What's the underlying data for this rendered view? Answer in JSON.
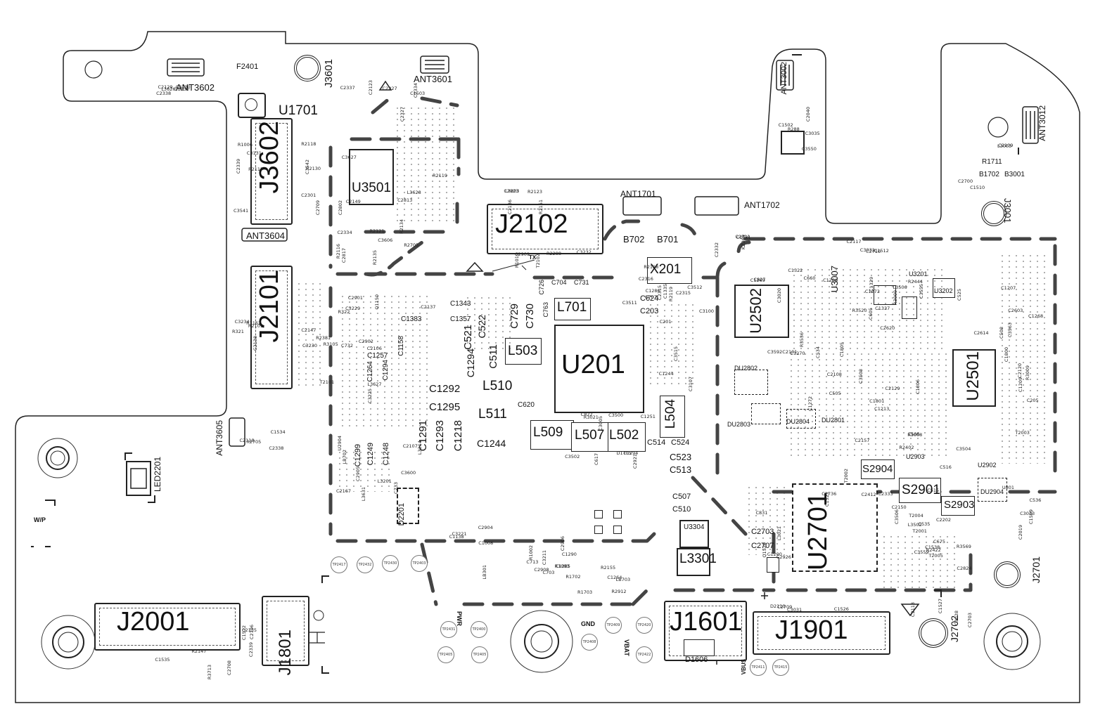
{
  "labels": {
    "main_ics": [
      {
        "key": "u201",
        "text": "U201"
      },
      {
        "key": "u2701",
        "text": "U2701"
      },
      {
        "key": "u2501",
        "text": "U2501"
      },
      {
        "key": "u2502",
        "text": "U2502"
      }
    ],
    "connectors": [
      {
        "key": "j2102",
        "text": "J2102"
      },
      {
        "key": "j2101",
        "text": "J2101"
      },
      {
        "key": "j3602",
        "text": "J3602"
      },
      {
        "key": "j2001",
        "text": "J2001"
      },
      {
        "key": "j1601",
        "text": "J1601"
      },
      {
        "key": "j1901",
        "text": "J1901"
      },
      {
        "key": "j1801",
        "text": "J1801"
      }
    ],
    "medium": [
      "U1701",
      "U3501",
      "X201",
      "L701",
      "L503",
      "L510",
      "L511",
      "L509",
      "L507",
      "L502",
      "L504",
      "L3301",
      "C729",
      "C730",
      "C511",
      "C521",
      "C522",
      "C1292",
      "C1295",
      "C1291",
      "C1293",
      "C1218",
      "C1244",
      "C1294",
      "S2901",
      "S2904",
      "S2903"
    ],
    "small": [
      "J3601",
      "ANT3602",
      "ANT3601",
      "F2401",
      "ANT3604",
      "ANT3605",
      "LED2201",
      "ANT1701",
      "ANT1702",
      "B702",
      "B701",
      "ANT3002",
      "ANT3012",
      "J3001",
      "B1702",
      "B3001",
      "R1711",
      "U3007",
      "U3202",
      "U3201",
      "DU2802",
      "DU2803",
      "DU2804",
      "DU2801",
      "U2903",
      "U2902",
      "DU2904",
      "J2701",
      "J2702",
      "D1606",
      "U3304",
      "D2201",
      "C1343",
      "C1357",
      "C1383",
      "C1257",
      "C1158",
      "C1264",
      "C704",
      "C731",
      "C726",
      "C763",
      "C624",
      "C203",
      "C620",
      "C514",
      "C524",
      "C523",
      "C513",
      "C507",
      "C510",
      "C2703",
      "C2707",
      "C1299",
      "C1249",
      "C1248",
      "C1294"
    ]
  },
  "silkscreen": {
    "wp": "W/P",
    "pwr": "PWR",
    "gnd": "GND",
    "vbat": "VBAT",
    "vbus": "VBUS",
    "tx": "TX"
  },
  "tiny_labels": [
    "C2227",
    "L3626",
    "C3541",
    "C3542",
    "C3627",
    "L3628",
    "C3606",
    "C2136",
    "R1019",
    "C2147",
    "R1162",
    "C2137",
    "C2106",
    "C2107",
    "C2167",
    "C1008",
    "R1002",
    "R1003",
    "R2155",
    "C3511",
    "C3512",
    "C3515",
    "C3500",
    "C3502",
    "Q1520",
    "R3536",
    "L3506",
    "R3520",
    "C3555",
    "C3563",
    "C3592",
    "C3508",
    "R3008",
    "R3009",
    "C3504",
    "C3506",
    "C3559",
    "R3569",
    "U801",
    "C3550",
    "C2109",
    "C2117",
    "C2113",
    "D2110",
    "R2147",
    "C2135",
    "C2118",
    "KZ368",
    "C2412",
    "C2123",
    "C2129",
    "R1006",
    "R2130",
    "C2149",
    "R2134",
    "R2135",
    "R2151",
    "T2102",
    "T2101",
    "C2138",
    "Q1150",
    "L3627",
    "C3600",
    "L3631",
    "C1138",
    "C1290",
    "C1285",
    "C1264",
    "C1286",
    "C1335",
    "C1244",
    "C1251",
    "C1294",
    "C1290",
    "C1269",
    "C1280",
    "C1273",
    "C1207",
    "C1268",
    "C1270",
    "C1272",
    "C1213",
    "C1209",
    "R2402",
    "C2202",
    "R2422",
    "C1538",
    "C1509",
    "C1502",
    "C1510",
    "C1512",
    "C1527",
    "C1526",
    "C1535",
    "C1522",
    "C1534",
    "C1531",
    "C1521",
    "C1503",
    "C1530",
    "R2117",
    "R2118",
    "R2116",
    "R2119",
    "R2121",
    "R2123",
    "R2288",
    "R2381",
    "R321",
    "R322",
    "C732",
    "C733",
    "LB702",
    "LB301",
    "C713",
    "C703",
    "LB703",
    "C707",
    "C2315",
    "C201",
    "C822",
    "C617",
    "C831",
    "C827",
    "C660",
    "C605",
    "C525",
    "C508",
    "C534",
    "C505",
    "C506",
    "C205",
    "C516",
    "C515",
    "C535",
    "C675",
    "C536",
    "R288",
    "C2700",
    "C2710",
    "C2703",
    "C2709",
    "C2708",
    "C2706",
    "R2705",
    "C2711",
    "C2736",
    "C2337",
    "C2338",
    "C2339",
    "C2301",
    "C2334",
    "C2327",
    "R2705",
    "L3203",
    "C3232",
    "C3230",
    "C3234",
    "C3229",
    "C3225",
    "L3214",
    "L3201",
    "C3221",
    "C3211",
    "R1702",
    "R1703",
    "C2316",
    "C2315",
    "C3100",
    "C3005",
    "D1705",
    "L3021",
    "C3020",
    "R3009",
    "C2620",
    "C2603",
    "C2614",
    "C2101",
    "C2108",
    "C2129",
    "C2120",
    "C2157",
    "C2150",
    "L3502",
    "C2824",
    "C3033",
    "C3035",
    "L3003",
    "C3032",
    "C3028",
    "C3031",
    "R3713",
    "C2339",
    "C2338",
    "C2332",
    "C2333",
    "C2334",
    "C3130",
    "C3131",
    "C2709",
    "C2802",
    "C2813",
    "C2817",
    "C2823",
    "C2909",
    "R3105",
    "R2101",
    "C2901",
    "C2902",
    "U2904",
    "C2905",
    "C2904",
    "C2906",
    "C2908",
    "R2912",
    "R2118",
    "R2119",
    "C3107",
    "R3021",
    "C2921",
    "C2926",
    "C1322",
    "C1329",
    "C1337",
    "R2444",
    "C1800",
    "C1805",
    "C1801",
    "C1806",
    "T2003",
    "T2002",
    "T2004",
    "T2001",
    "T2005",
    "C2019",
    "C2040"
  ],
  "test_points": [
    "TP2417",
    "TP2432",
    "TP2430",
    "TP2403",
    "TP2431",
    "TP2400",
    "TP2405",
    "TP2405",
    "TP2408",
    "TP2409",
    "TP2420",
    "TP2422",
    "TP2411",
    "TP2415"
  ]
}
